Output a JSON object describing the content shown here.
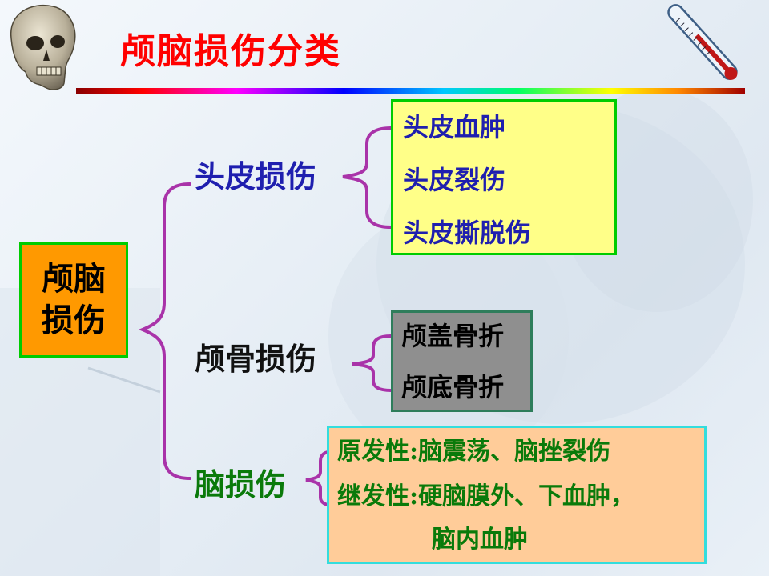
{
  "slide": {
    "title": "颅脑损伤分类",
    "root": {
      "line1": "颅脑",
      "line2": "损伤"
    },
    "branches": [
      {
        "label": "头皮损伤",
        "items": [
          "头皮血肿",
          "头皮裂伤",
          "头皮撕脱伤"
        ]
      },
      {
        "label": "颅骨损伤",
        "items": [
          "颅盖骨折",
          "颅底骨折"
        ]
      },
      {
        "label": "脑损伤",
        "items": [
          "原发性:脑震荡、脑挫裂伤",
          "继发性:硬脑膜外、下血肿，",
          "脑内血肿"
        ]
      }
    ]
  },
  "colors": {
    "title": "#ff0000",
    "brace": "#a933a9",
    "root_fill": "#ff9900",
    "box1_fill": "#ffff88",
    "box2_fill": "#8f8f8f",
    "box3_fill": "#ffcc99"
  },
  "icons": [
    "skull-icon",
    "thermometer-icon"
  ]
}
